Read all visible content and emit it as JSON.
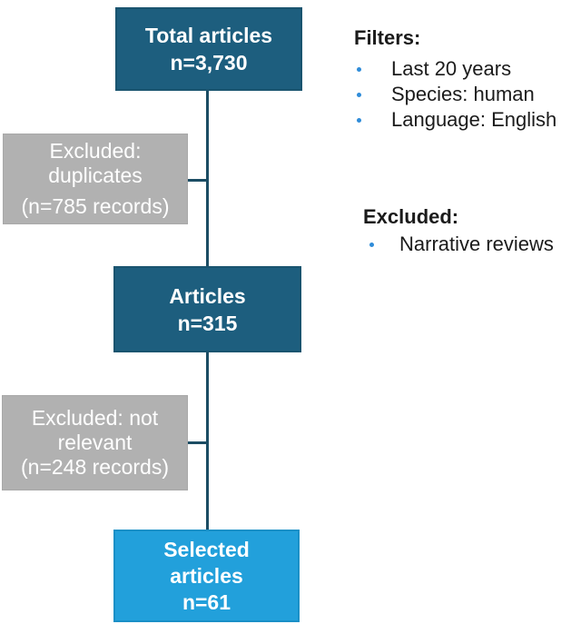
{
  "colors": {
    "dark_box_fill": "#1d5e7e",
    "dark_box_border": "#1a546f",
    "light_box_fill": "#22a0db",
    "light_box_border": "#1b90c7",
    "gray_box_fill": "#b1b1b1",
    "connector_line": "#1c4d64",
    "bullet_dot": "#2f8cd9",
    "box_text": "#ffffff",
    "annotation_text": "#1b1b1b",
    "background": "#ffffff"
  },
  "flowchart": {
    "total_box": {
      "line1": "Total articles",
      "line2": "n=3,730"
    },
    "excluded_duplicates_box": {
      "line1": "Excluded:",
      "line2": "duplicates",
      "line3": "(n=785 records)"
    },
    "articles_box": {
      "line1": "Articles",
      "line2": "n=315"
    },
    "excluded_not_relevant_box": {
      "line1": "Excluded: not",
      "line2": "relevant",
      "line3": "(n=248 records)"
    },
    "selected_box": {
      "line1": "Selected",
      "line2": "articles",
      "line3": "n=61"
    }
  },
  "annotations": {
    "filters": {
      "title": "Filters:",
      "items": [
        "Last 20 years",
        "Species: human",
        "Language: English"
      ]
    },
    "excluded": {
      "title": "Excluded:",
      "items": [
        "Narrative reviews"
      ]
    }
  }
}
